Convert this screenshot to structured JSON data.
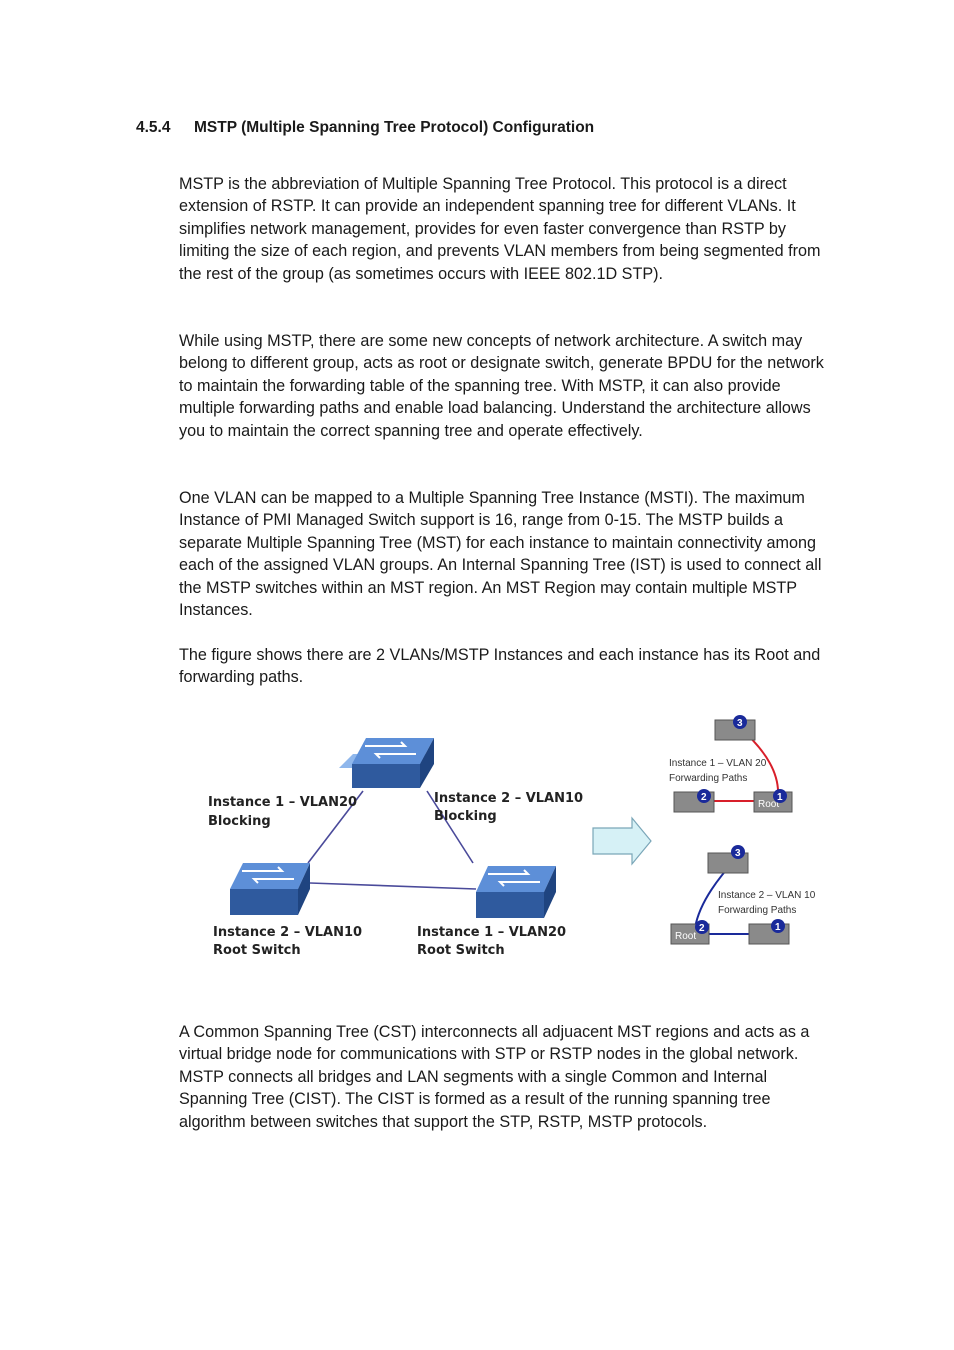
{
  "section": {
    "number": "4.5.4",
    "title": "MSTP (Multiple Spanning Tree Protocol) Configuration"
  },
  "paragraphs": [
    "MSTP is the abbreviation of Multiple Spanning Tree Protocol. This protocol is a direct extension of RSTP. It can provide an independent spanning tree for different VLANs. It simplifies network management, provides for even faster convergence than RSTP by limiting the size of each region, and prevents VLAN members from being segmented from the rest of the group (as sometimes occurs with IEEE 802.1D STP).",
    "While using MSTP, there are some new concepts of network architecture. A switch may belong to different group, acts as root or designate switch, generate BPDU for the network to maintain the forwarding table of the spanning tree. With MSTP, it can also provide multiple forwarding paths and enable load balancing. Understand the architecture allows you to maintain the correct spanning tree and operate effectively.",
    "One VLAN can be mapped to a Multiple Spanning Tree Instance (MSTI). The maximum Instance of PMI Managed Switch support is 16, range from 0-15. The MSTP builds a separate Multiple Spanning Tree (MST) for each instance to maintain connectivity among each of the assigned VLAN groups. An Internal Spanning Tree (IST) is used to connect all the MSTP switches within an MST region. An MST Region may contain multiple MSTP Instances.",
    "The figure shows there are 2 VLANs/MSTP Instances and each instance has its Root and forwarding paths.",
    "A Common Spanning Tree (CST) interconnects all adjuacent MST regions and acts as a virtual bridge node for communications with STP or RSTP nodes in the global network. MSTP connects all bridges and LAN segments with a single Common and Internal Spanning Tree (CIST). The CIST is formed as a result of the running spanning tree algorithm between switches that support the STP, RSTP, MSTP protocols."
  ],
  "figure": {
    "left_labels": {
      "inst1_blocking_1": "Instance 1 – VLAN20",
      "inst1_blocking_2": "Blocking",
      "inst2_blocking_1": "Instance 2 – VLAN10",
      "inst2_blocking_2": "Blocking",
      "inst2_root_1": "Instance 2 – VLAN10",
      "inst2_root_2": "Root Switch",
      "inst1_root_1": "Instance 1 – VLAN20",
      "inst1_root_2": "Root Switch"
    },
    "right_top": {
      "caption_1": "Instance 1 – VLAN 20",
      "caption_2": "Forwarding Paths",
      "root_label": "Root",
      "badge_3": "3",
      "badge_2": "2",
      "badge_1": "1"
    },
    "right_bottom": {
      "caption_1": "Instance 2 – VLAN 10",
      "caption_2": "Forwarding Paths",
      "root_label": "Root",
      "badge_3": "3",
      "badge_2": "2",
      "badge_1": "1"
    },
    "colors": {
      "switch_top": "#5d8fd8",
      "switch_side": "#2f5a9e",
      "link_line": "#4a4a9a",
      "red_path": "#d81f2a",
      "blue_path": "#1a2a9a",
      "badge": "#1a2a9a",
      "node_box": "#8a8a8a",
      "arrow_fill": "#d6f1f6"
    }
  }
}
